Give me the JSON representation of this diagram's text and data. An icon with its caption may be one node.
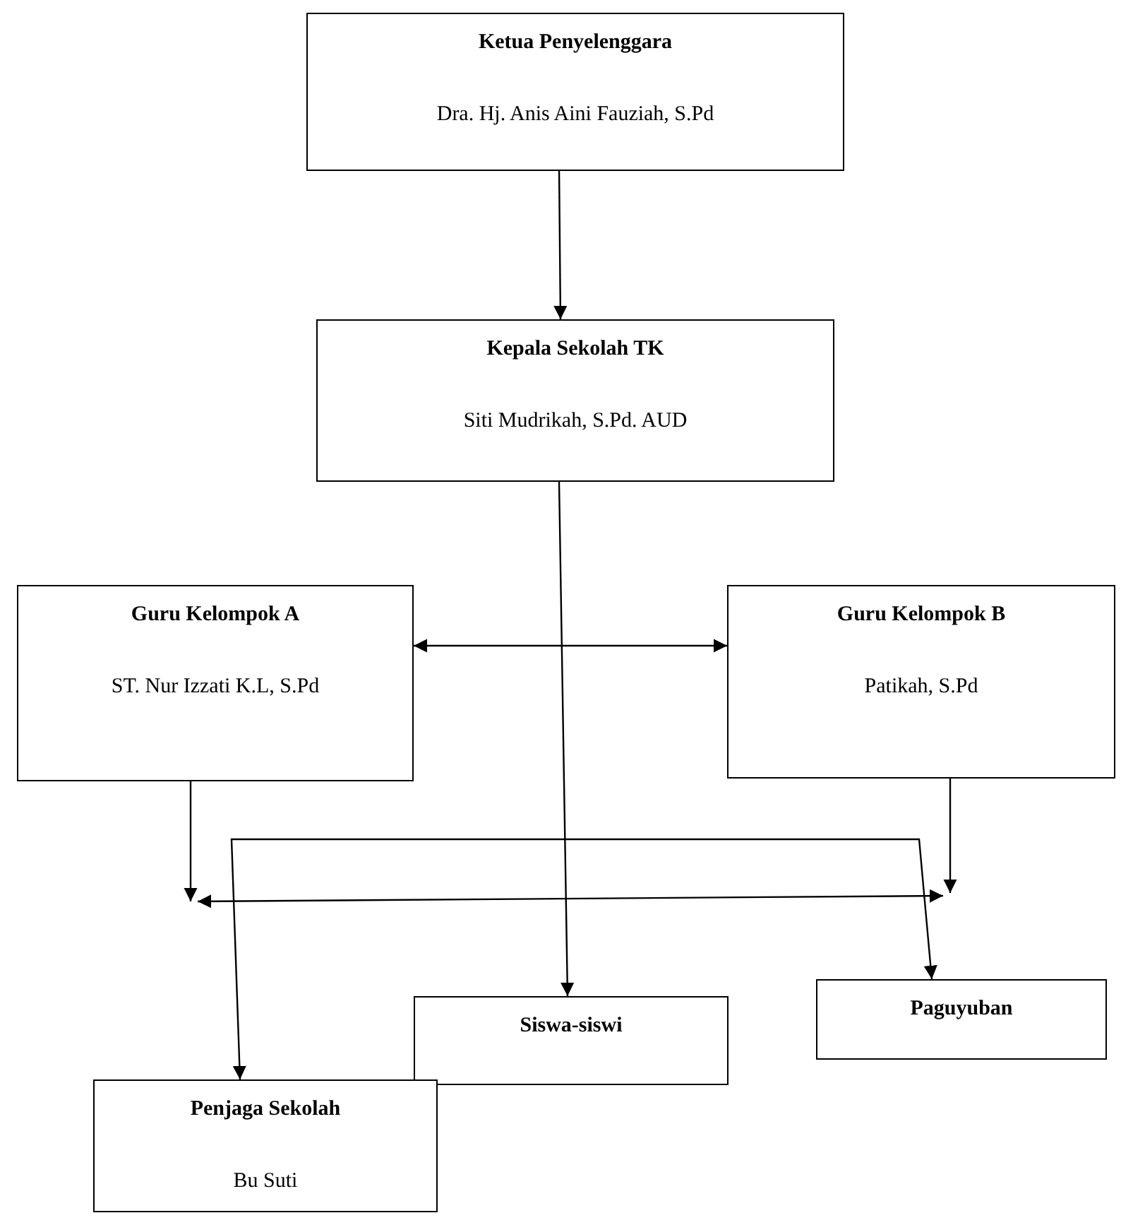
{
  "diagram": {
    "nodes": [
      {
        "text": [
          "Ketua Penyelenggara",
          "Dra. Hj. Anis Aini Fauziah, S.Pd"
        ]
      },
      {
        "text": [
          "Kepala Sekolah TK",
          "Siti Mudrikah, S.Pd. AUD"
        ]
      },
      {
        "text": [
          "Guru Kelompok A",
          "ST. Nur Izzati K.L, S.Pd"
        ]
      },
      {
        "text": [
          "Guru Kelompok B",
          "Patikah, S.Pd"
        ]
      },
      {
        "text": [
          "Siswa-siswi"
        ]
      },
      {
        "text": [
          "Paguyuban"
        ]
      },
      {
        "text": [
          "Penjaga Sekolah",
          "Bu Suti"
        ]
      }
    ],
    "edges": [
      {
        "from": 0,
        "to": 1,
        "arrow": "to"
      },
      {
        "from": 1,
        "to": 4,
        "arrow": "to"
      },
      {
        "from": 2,
        "to": 3,
        "arrow": "both"
      },
      {
        "from": 2,
        "to": null,
        "arrow": "to"
      },
      {
        "from": 3,
        "to": null,
        "arrow": "to"
      },
      {
        "from": 6,
        "to": 5,
        "arrow": "both"
      }
    ]
  }
}
